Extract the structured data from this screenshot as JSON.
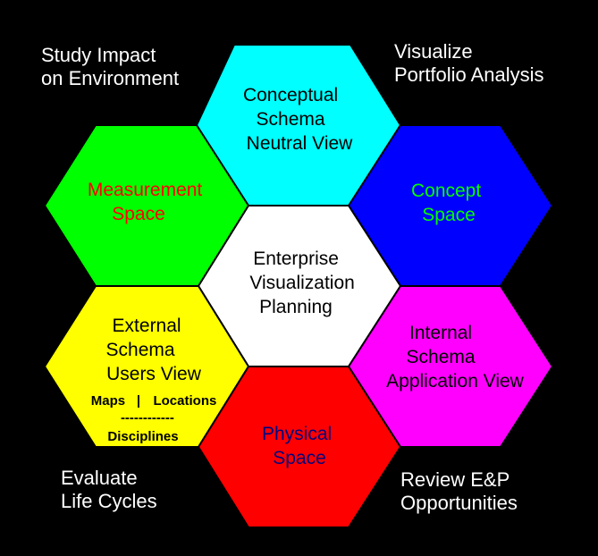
{
  "corners": {
    "top_left": "Study Impact\non Environment",
    "top_right": "Visualize\nPortfolio Analysis",
    "bottom_left": "Evaluate\nLife Cycles",
    "bottom_right": "Review E&P\nOpportunities"
  },
  "hexagons": {
    "top": {
      "lines": [
        "Conceptual",
        "Schema",
        "Neutral View"
      ],
      "color": "#00ffff",
      "text_color": "#000000"
    },
    "upper_left": {
      "lines": [
        "Measurement",
        "Space"
      ],
      "color": "#00ff00",
      "text_color": "#ff0000"
    },
    "upper_right": {
      "lines": [
        "Concept",
        "Space"
      ],
      "color": "#0000ff",
      "text_color": "#00ff00"
    },
    "center": {
      "lines": [
        "Enterprise",
        "Visualization",
        "Planning"
      ],
      "color": "#ffffff",
      "text_color": "#000000"
    },
    "lower_left": {
      "lines": [
        "External",
        "Schema",
        "Users View"
      ],
      "color": "#ffff00",
      "text_color": "#000000",
      "sub": {
        "maps": "Maps",
        "separator": "|",
        "locations": "Locations",
        "dashes": "------------",
        "disciplines": "Disciplines"
      }
    },
    "lower_right": {
      "lines": [
        "Internal",
        "Schema",
        "Application View"
      ],
      "color": "#ff00ff",
      "text_color": "#000000"
    },
    "bottom": {
      "lines": [
        "Physical",
        "Space"
      ],
      "color": "#ff0000",
      "text_color": "#000080"
    }
  }
}
